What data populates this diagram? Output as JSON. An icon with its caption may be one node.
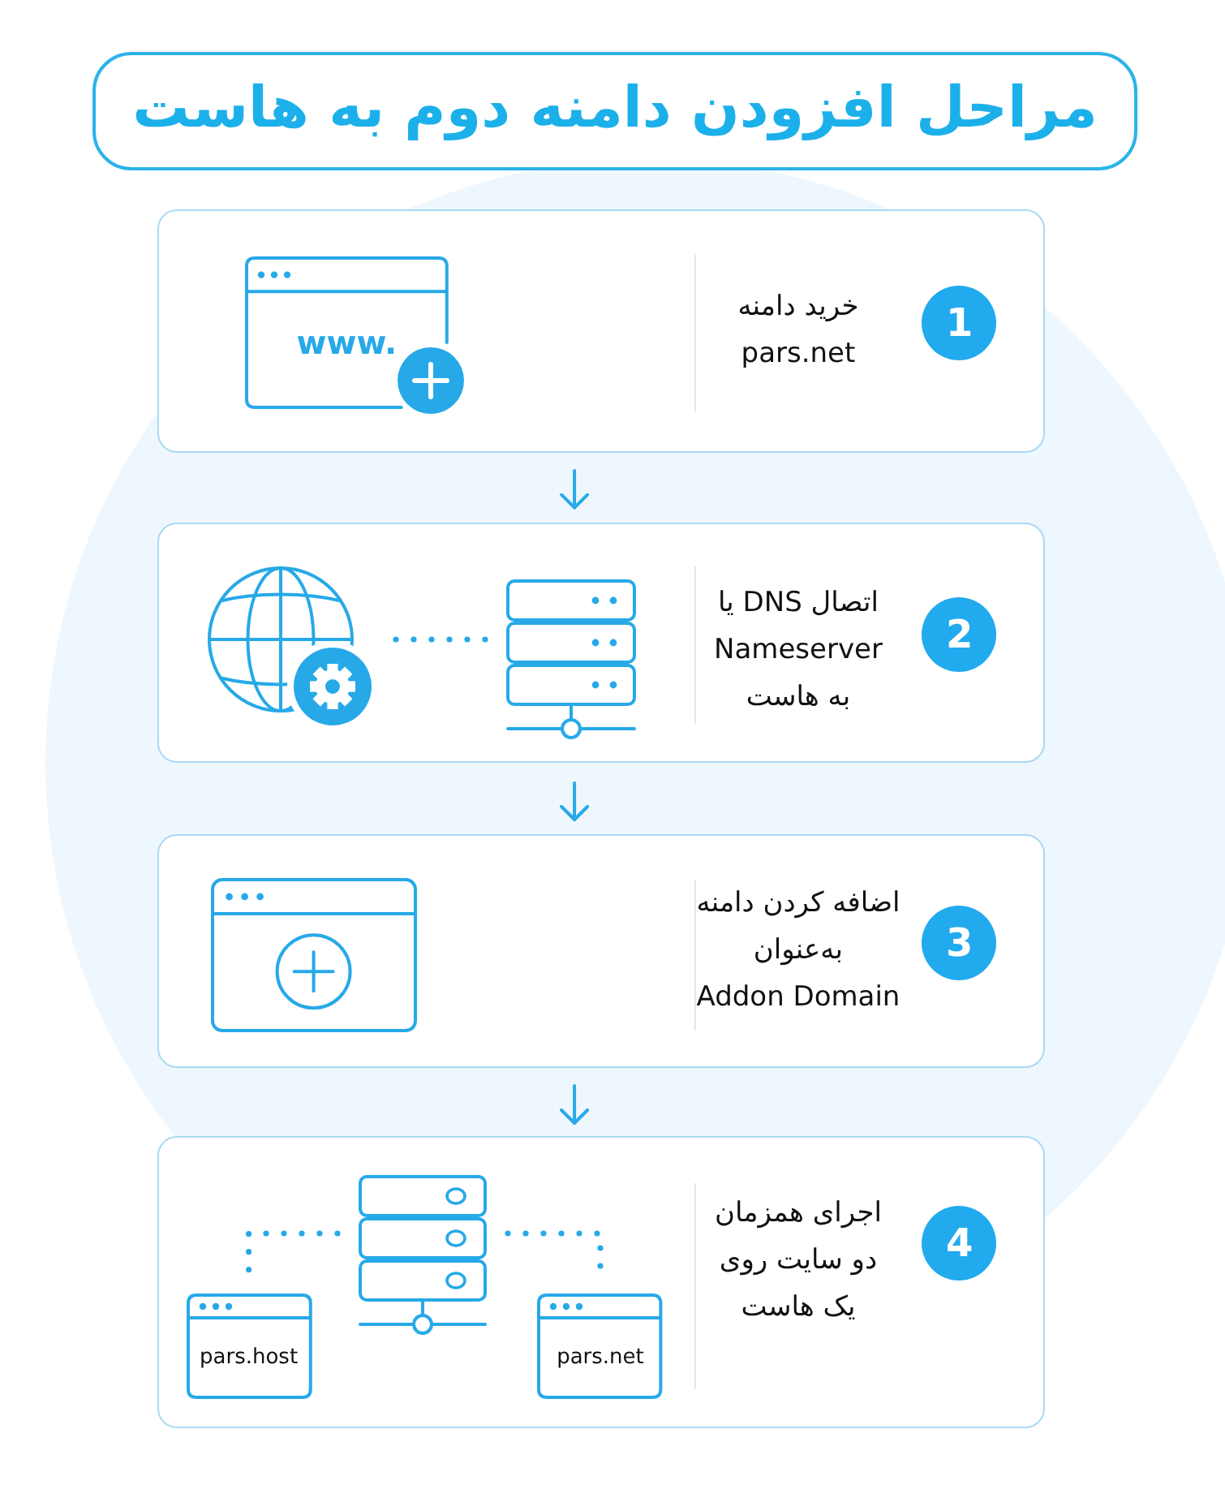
{
  "diagram": {
    "title": "مراحل افزودن دامنه دوم به هاست",
    "nodes": [
      {
        "text": [
          "خرید دامنه pars.net"
        ]
      },
      {
        "text": [
          "1"
        ],
        "in": 0
      },
      {
        "text": [
          "www."
        ],
        "in": 0
      },
      {
        "text": [
          "اتصال DNS یا Nameserver به هاست"
        ]
      },
      {
        "text": [
          "2"
        ],
        "in": 3
      },
      {
        "text": [],
        "shape": "picture",
        "in": 3
      },
      {
        "text": [],
        "shape": "picture",
        "in": 3
      },
      {
        "text": [
          "اضافه کردن دامنه به‌عنوان Addon Domain"
        ]
      },
      {
        "text": [
          "3"
        ],
        "in": 7
      },
      {
        "text": [
          "اجرای همزمان دو سایت روی یک هاست"
        ]
      },
      {
        "text": [
          "4"
        ],
        "in": 9
      },
      {
        "text": [],
        "shape": "picture",
        "in": 9
      },
      {
        "text": [
          "pars.net"
        ],
        "in": 9
      },
      {
        "text": [
          "pars.host"
        ],
        "in": 9
      }
    ],
    "edges": [
      {
        "from": 0,
        "to": 3,
        "arrow": "to"
      },
      {
        "from": 5,
        "to": 6,
        "arrow": "none",
        "style": "dashed"
      },
      {
        "from": 3,
        "to": 7,
        "arrow": "to"
      },
      {
        "from": 7,
        "to": 9,
        "arrow": "to"
      },
      {
        "from": 11,
        "to": 12,
        "arrow": "none",
        "style": "dashed"
      },
      {
        "from": 11,
        "to": 13,
        "arrow": "none",
        "style": "dashed"
      }
    ]
  }
}
